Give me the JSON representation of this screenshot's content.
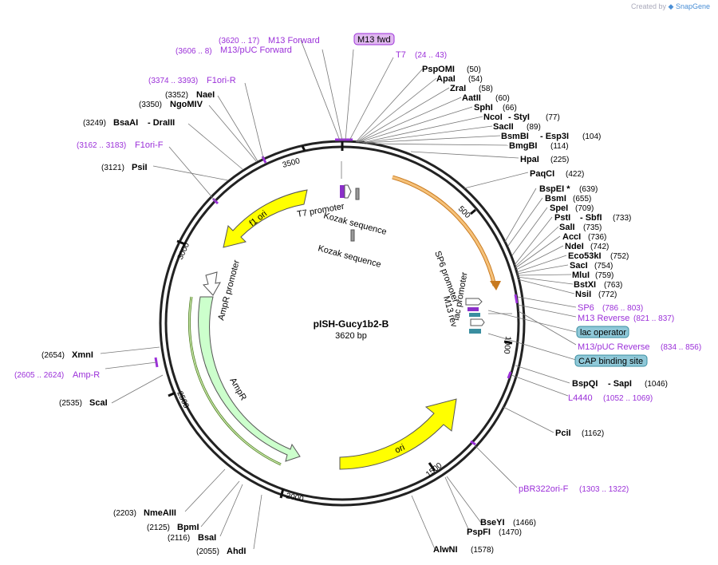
{
  "credit": {
    "prefix": "Created by",
    "brand": "SnapGene"
  },
  "plasmid": {
    "name": "pISH-Gucy1b2-B",
    "size": "3620 bp"
  },
  "ticks": [
    "500",
    "1000",
    "1500",
    "2000",
    "2500",
    "3000",
    "3500"
  ],
  "features": [
    {
      "name": "SP6 promoter"
    },
    {
      "name": "M13 rev"
    },
    {
      "name": "lac promoter"
    },
    {
      "name": "ori"
    },
    {
      "name": "AmpR"
    },
    {
      "name": "AmpR promoter"
    },
    {
      "name": "f1 ori"
    },
    {
      "name": "T7 promoter"
    },
    {
      "name": "Kozak sequence"
    },
    {
      "name": "Kozak sequence"
    }
  ],
  "primers": [
    {
      "pos": "(3620 .. 17)",
      "name": "M13 Forward"
    },
    {
      "pos": "(3606 .. 8)",
      "name": "M13/pUC Forward"
    },
    {
      "name": "M13 fwd"
    },
    {
      "name": "T7",
      "pos": "(24 .. 43)"
    },
    {
      "pos": "(3374 .. 3393)",
      "name": "F1ori-R"
    },
    {
      "pos": "(3162 .. 3183)",
      "name": "F1ori-F"
    },
    {
      "pos": "(2605 .. 2624)",
      "name": "Amp-R"
    },
    {
      "name": "SP6",
      "pos": "(786 .. 803)"
    },
    {
      "name": "M13 Reverse",
      "pos": "(821 .. 837)"
    },
    {
      "name": "lac operator"
    },
    {
      "name": "M13/pUC Reverse",
      "pos": "(834 .. 856)"
    },
    {
      "name": "CAP binding site"
    },
    {
      "name": "L4440",
      "pos": "(1052 .. 1069)"
    },
    {
      "name": "pBR322ori-F",
      "pos": "(1303 .. 1322)"
    }
  ],
  "enzymes_right": [
    {
      "name": "PspOMI",
      "pos": "(50)"
    },
    {
      "name": "ApaI",
      "pos": "(54)"
    },
    {
      "name": "ZraI",
      "pos": "(58)"
    },
    {
      "name": "AatII",
      "pos": "(60)"
    },
    {
      "name": "SphI",
      "pos": "(66)"
    },
    {
      "name": "NcoI",
      "extra": "- StyI",
      "pos": "(77)"
    },
    {
      "name": "SacII",
      "pos": "(89)"
    },
    {
      "name": "BsmBI",
      "extra": "- Esp3I",
      "pos": "(104)"
    },
    {
      "name": "BmgBI",
      "pos": "(114)"
    },
    {
      "name": "HpaI",
      "pos": "(225)"
    },
    {
      "name": "PaqCI",
      "pos": "(422)"
    },
    {
      "name": "BspEI *",
      "pos": "(639)"
    },
    {
      "name": "BsmI",
      "pos": "(655)"
    },
    {
      "name": "SpeI",
      "pos": "(709)"
    },
    {
      "name": "PstI",
      "extra": "- SbfI",
      "pos": "(733)"
    },
    {
      "name": "SalI",
      "pos": "(735)"
    },
    {
      "name": "AccI",
      "pos": "(736)"
    },
    {
      "name": "NdeI",
      "pos": "(742)"
    },
    {
      "name": "Eco53kI",
      "pos": "(752)"
    },
    {
      "name": "SacI",
      "pos": "(754)"
    },
    {
      "name": "MluI",
      "pos": "(759)"
    },
    {
      "name": "BstXI",
      "pos": "(763)"
    },
    {
      "name": "NsiI",
      "pos": "(772)"
    },
    {
      "name": "BspQI",
      "extra": "- SapI",
      "pos": "(1046)"
    },
    {
      "name": "PciI",
      "pos": "(1162)"
    },
    {
      "name": "BseYI",
      "pos": "(1466)"
    },
    {
      "name": "PspFI",
      "pos": "(1470)"
    },
    {
      "name": "AlwNI",
      "pos": "(1578)"
    }
  ],
  "enzymes_left": [
    {
      "pos": "(3352)",
      "name": "NaeI"
    },
    {
      "pos": "(3350)",
      "name": "NgoMIV"
    },
    {
      "pos": "(3249)",
      "name": "BsaAI",
      "extra": "- DraIII"
    },
    {
      "pos": "(3121)",
      "name": "PsiI"
    },
    {
      "pos": "(2654)",
      "name": "XmnI"
    },
    {
      "pos": "(2535)",
      "name": "ScaI"
    },
    {
      "pos": "(2203)",
      "name": "NmeAIII"
    },
    {
      "pos": "(2125)",
      "name": "BpmI"
    },
    {
      "pos": "(2116)",
      "name": "BsaI"
    },
    {
      "pos": "(2055)",
      "name": "AhdI"
    }
  ],
  "colors": {
    "backbone": "#222222",
    "primer": "#9b30d9",
    "ori": "#ffff00",
    "ampr": "#ccffcc",
    "sp6": "#ff9933",
    "lac_box": "#8fc8d8",
    "purple_box": "#e0b8f0"
  }
}
